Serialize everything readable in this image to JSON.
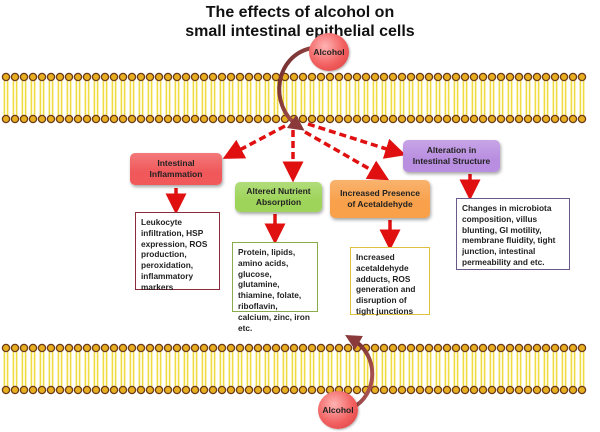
{
  "title": {
    "line1": "The effects of alcohol on",
    "line2": "small intestinal epithelial cells"
  },
  "agents": {
    "top": "Alcohol",
    "bottom": "Alcohol"
  },
  "effects": [
    {
      "label": "Intestinal Inflammation",
      "color": "#f0585a",
      "details": "Leukocyte infiltration, HSP expression, ROS production, peroxidation, inflammatory markers",
      "detail_border": "#8b2c3a"
    },
    {
      "label": "Altered Nutrient Absorption",
      "color": "#9ed45a",
      "details": "Protein, lipids, amino acids, glucose, glutamine, thiamine, folate, riboflavin, calcium, zinc, iron etc.",
      "detail_border": "#8aab4c"
    },
    {
      "label": "Increased Presence of Acetaldehyde",
      "color": "#f8a04a",
      "details": "Increased acetaldehyde adducts, ROS generation and disruption of tight junctions",
      "detail_border": "#e0c040"
    },
    {
      "label": "Alteration in Intestinal Structure",
      "color": "#b98ee0",
      "details": "Changes in microbiota composition, villus blunting, GI motility, membrane fluidity, tight junction, intestinal permeability and etc.",
      "detail_border": "#6a5a8a"
    }
  ],
  "colors": {
    "arrow": "#e01010",
    "membrane_head": "#e8b020",
    "membrane_head_outline": "#6b3a1a",
    "membrane_tail": "#f0dc40",
    "transport_arrow": "#8a3a3a"
  }
}
